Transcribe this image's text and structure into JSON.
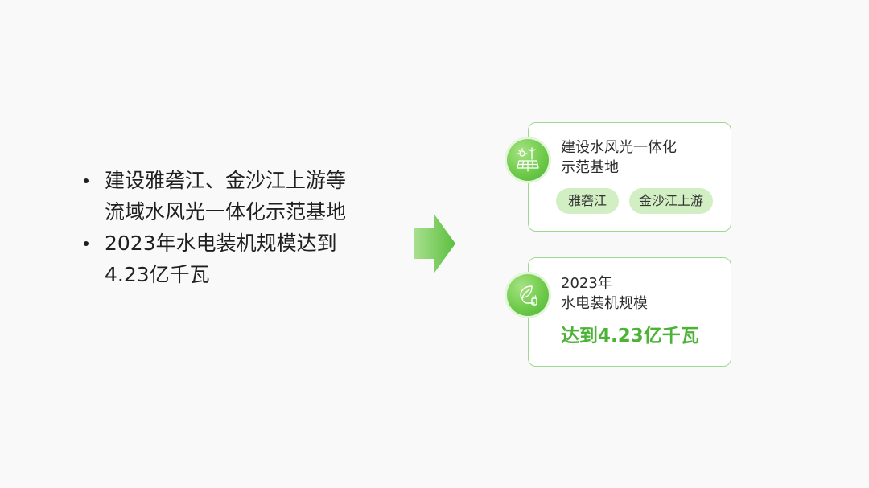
{
  "bullets": [
    "建设雅砻江、金沙江上游等流域水风光一体化示范基地",
    "2023年水电装机规模达到4.23亿千瓦"
  ],
  "cards": [
    {
      "icon": "solar-wind-icon",
      "title_line1": "建设水风光一体化",
      "title_line2": "示范基地",
      "tags": [
        "雅砻江",
        "金沙江上游"
      ]
    },
    {
      "icon": "eco-plug-icon",
      "title_line1": "2023年",
      "title_line2": "水电装机规模",
      "highlight": "达到4.23亿千瓦"
    }
  ],
  "colors": {
    "accent": "#4cb336",
    "border": "#9fd88f",
    "tag_bg": "#d2efc4",
    "arrow": "#6fcb4a"
  }
}
